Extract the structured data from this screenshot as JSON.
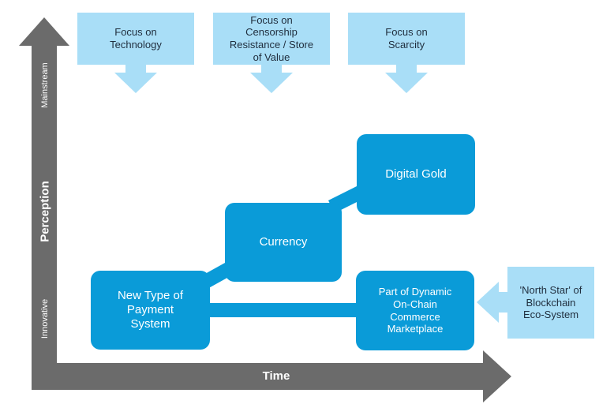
{
  "callouts": {
    "technology": "Focus on\nTechnology",
    "censorship": "Focus on\nCensorship\nResistance / Store\nof Value",
    "scarcity": "Focus on\nScarcity",
    "north_star": "'North Star' of\nBlockchain\nEco-System"
  },
  "nodes": {
    "payment": "New Type of\nPayment\nSystem",
    "currency": "Currency",
    "gold": "Digital Gold",
    "commerce": "Part of Dynamic\nOn-Chain\nCommerce\nMarketplace"
  },
  "axes": {
    "x_title": "Time",
    "y_title": "Perception",
    "y_top": "Mainstream",
    "y_bottom": "Innovative"
  },
  "colors": {
    "axis": "#6b6b6b",
    "node": "#0a9bd8",
    "callout": "#a9def7",
    "connector": "#0a9bd8"
  }
}
